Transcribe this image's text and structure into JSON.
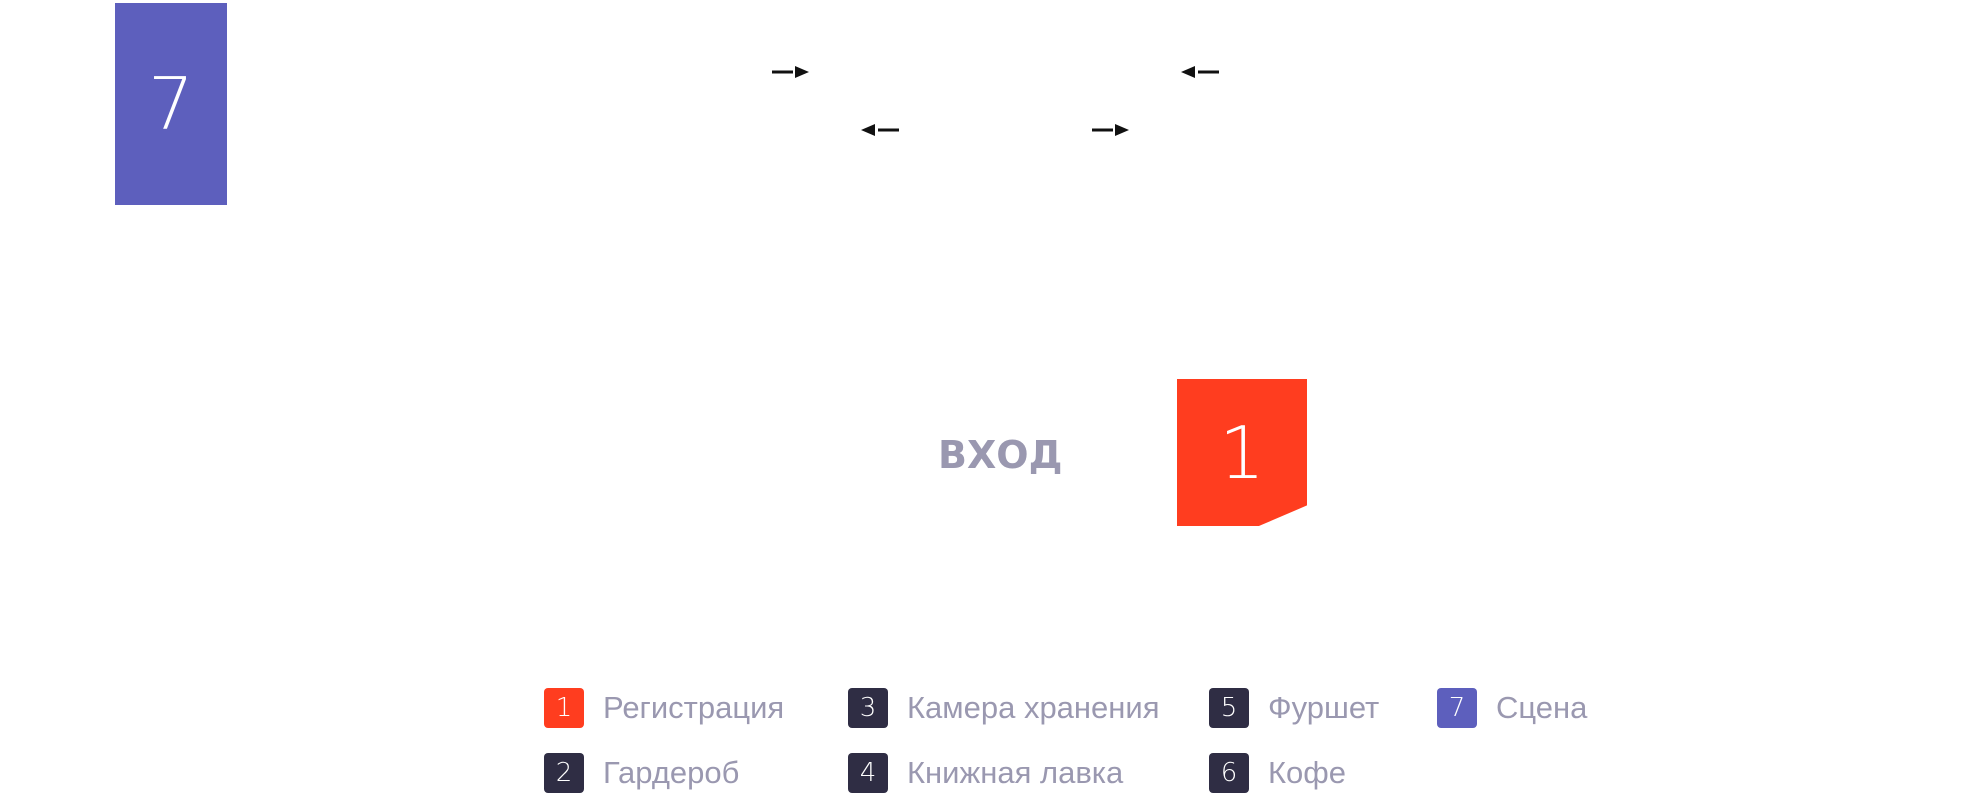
{
  "map": {
    "zones": [
      {
        "number": "7",
        "kind": "stage",
        "color": "#5d5fbd"
      },
      {
        "number": "1",
        "kind": "registration",
        "color": "#ff3d1f"
      }
    ],
    "entrance_label": "ВХОД",
    "entrance_color": "#9a98b0",
    "arrow_color": "#111111",
    "arrows": [
      {
        "direction": "right"
      },
      {
        "direction": "left"
      },
      {
        "direction": "left"
      },
      {
        "direction": "right"
      }
    ]
  },
  "legend": {
    "label_color": "#9a98b0",
    "items": [
      {
        "number": "1",
        "label": "Регистрация",
        "color": "#ff3d1f"
      },
      {
        "number": "2",
        "label": "Гардероб",
        "color": "#2f2d44"
      },
      {
        "number": "3",
        "label": "Камера хранения",
        "color": "#2f2d44"
      },
      {
        "number": "4",
        "label": "Книжная лавка",
        "color": "#2f2d44"
      },
      {
        "number": "5",
        "label": "Фуршет",
        "color": "#2f2d44"
      },
      {
        "number": "6",
        "label": "Кофе",
        "color": "#2f2d44"
      },
      {
        "number": "7",
        "label": "Сцена",
        "color": "#5d5fbd"
      }
    ]
  }
}
